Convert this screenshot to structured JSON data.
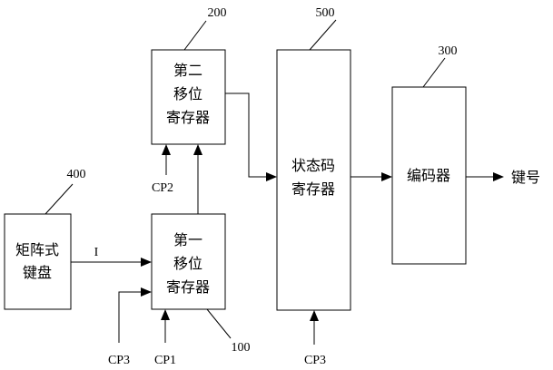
{
  "blocks": {
    "keyboard": [
      "矩阵式",
      "键盘"
    ],
    "shift_reg_1": [
      "第一",
      "移位",
      "寄存器"
    ],
    "shift_reg_2": [
      "第二",
      "移位",
      "寄存器"
    ],
    "state_reg": [
      "状态码",
      "寄存器"
    ],
    "encoder": [
      "编码器"
    ]
  },
  "refs": {
    "keyboard": "400",
    "shift_reg_1": "100",
    "shift_reg_2": "200",
    "state_reg": "500",
    "encoder": "300"
  },
  "signals": {
    "input": "I",
    "cp1": "CP1",
    "cp2": "CP2",
    "cp3_shift": "CP3",
    "cp3_state": "CP3",
    "output": "键号"
  }
}
